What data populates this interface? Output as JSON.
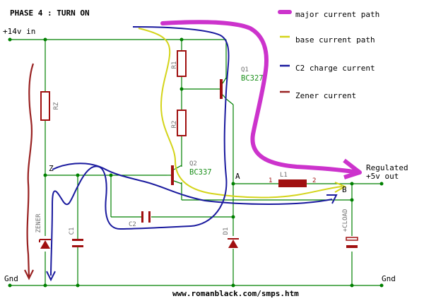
{
  "title": "PHASE 4 : TURN ON",
  "labels": {
    "supply": "+14v in",
    "ground_left": "Gnd",
    "ground_right": "Gnd",
    "regulated_line1": "Regulated",
    "regulated_line2": "+5v out",
    "node_z": "Z",
    "node_a": "A",
    "node_b": "B",
    "website": "www.romanblack.com/smps.htm"
  },
  "components": {
    "rz": "RZ",
    "r1": "R1",
    "r2": "R2",
    "q1": "Q1",
    "q1_part": "BC327",
    "q2": "Q2",
    "q2_part": "BC337",
    "c1": "C1",
    "c2": "C2",
    "l1": "L1",
    "l1_pin1": "1",
    "l1_pin2": "2",
    "zener": "ZENER",
    "d1": "D1",
    "cload": "+CLOAD"
  },
  "legend": [
    {
      "label": "major current path",
      "color": "#cc33cc"
    },
    {
      "label": "base current path",
      "color": "#d4d41a"
    },
    {
      "label": "C2 charge current",
      "color": "#1a1a9e"
    },
    {
      "label": "Zener current",
      "color": "#992222"
    }
  ]
}
